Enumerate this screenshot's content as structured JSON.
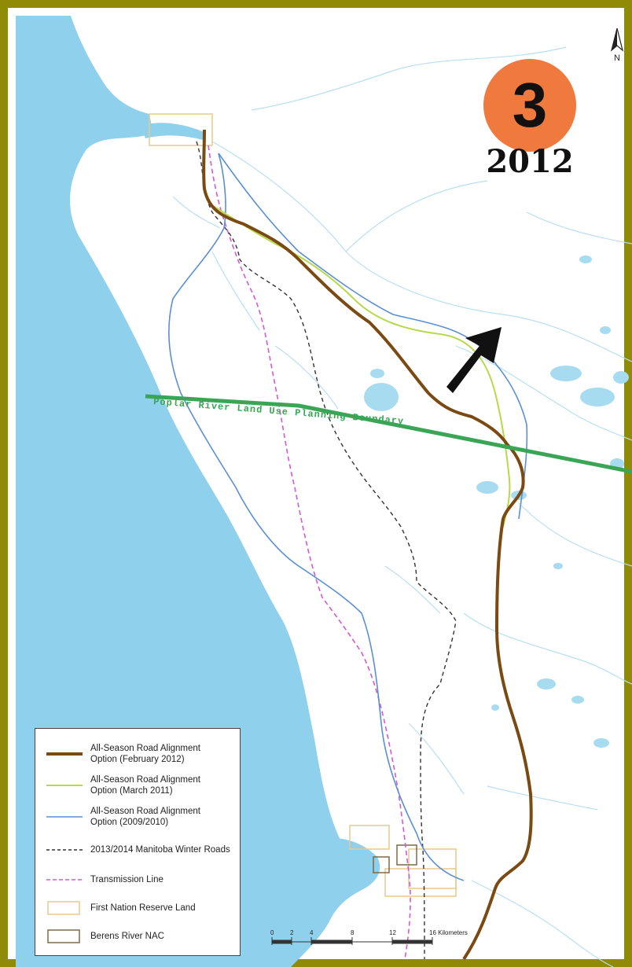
{
  "badge": {
    "number": "3",
    "year": "2012",
    "color": "#f07a3e"
  },
  "north_arrow": {
    "label": "N",
    "icon": "north-arrow-icon"
  },
  "boundary_label": "Poplar River Land Use Planning Boundary",
  "legend": {
    "items": [
      {
        "label": "All-Season Road Alignment\nOption (February 2012)",
        "color": "#7a4a12",
        "style": "thick-solid"
      },
      {
        "label": "All-Season Road Alignment\nOption (March 2011)",
        "color": "#b7d94a",
        "style": "solid"
      },
      {
        "label": "All-Season Road Alignment\nOption (2009/2010)",
        "color": "#5a8fd6",
        "style": "solid"
      },
      {
        "label": "2013/2014 Manitoba Winter Roads",
        "color": "#333333",
        "style": "dashed"
      },
      {
        "label": "Transmission Line",
        "color": "#d25ad2",
        "style": "dashed"
      },
      {
        "label": "First Nation Reserve Land",
        "color": "#e9c88c",
        "style": "box"
      },
      {
        "label": "Berens River NAC",
        "color": "#7a6a4a",
        "style": "box"
      }
    ]
  },
  "scale_bar": {
    "ticks": [
      "0",
      "2",
      "4",
      "8",
      "12",
      "16 Kilometers"
    ]
  },
  "colors": {
    "water": "#8fd0ec",
    "land": "#ffffff",
    "frame": "#8f8b06",
    "boundary": "#3aa655"
  }
}
